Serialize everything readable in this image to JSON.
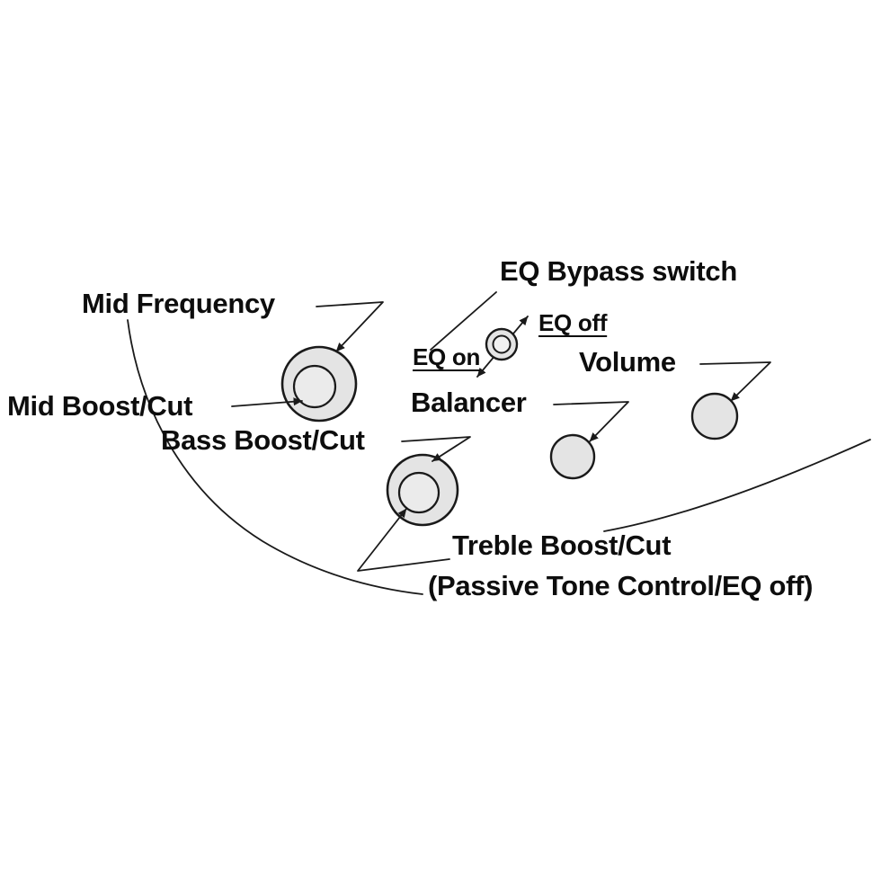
{
  "diagram": {
    "title_context": "Bass guitar control layout diagram",
    "labels": {
      "eq_bypass_switch": "EQ Bypass switch",
      "mid_frequency": "Mid Frequency",
      "eq_off": "EQ off",
      "eq_on": "EQ on",
      "volume": "Volume",
      "mid_boost_cut": "Mid Boost/Cut",
      "balancer": "Balancer",
      "bass_boost_cut": "Bass Boost/Cut",
      "treble_boost_cut": "Treble Boost/Cut",
      "treble_boost_cut_sub": "(Passive Tone Control/EQ off)"
    },
    "colors": {
      "background": "#ffffff",
      "line": "#1a1a1a",
      "text": "#0d0d0d",
      "knob_fill": "#e4e4e4",
      "knob_inner_fill": "#ebebeb",
      "switch_inner_fill": "#f0f0f0"
    }
  }
}
